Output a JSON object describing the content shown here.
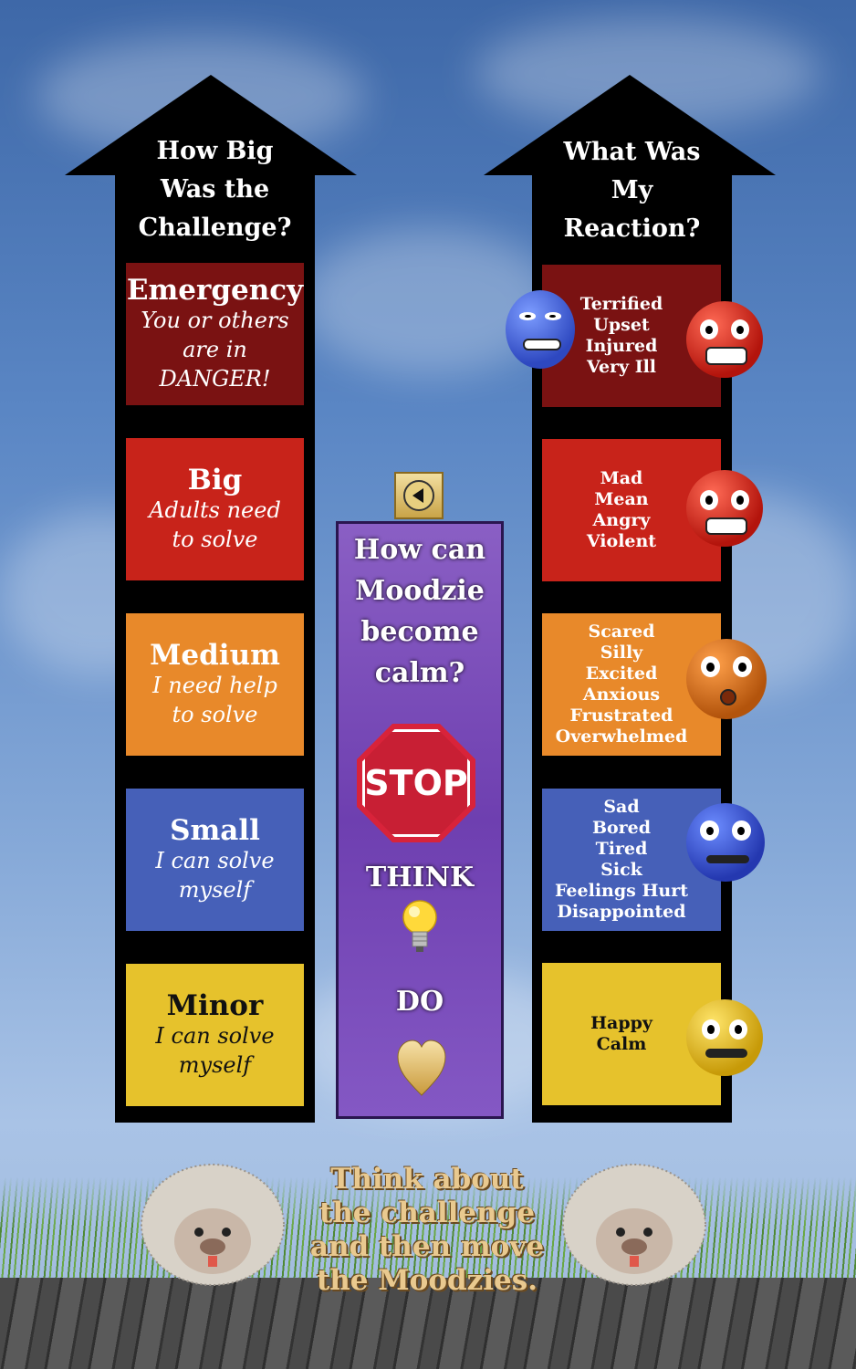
{
  "left_column": {
    "title": [
      "How Big",
      "Was the",
      "Challenge?"
    ],
    "levels": [
      {
        "head": "Emergency",
        "sub": [
          "You or others",
          "are in",
          "DANGER!"
        ],
        "color": "#7a1212",
        "text": "#ffffff"
      },
      {
        "head": "Big",
        "sub": [
          "Adults need",
          "to solve"
        ],
        "color": "#c8231a",
        "text": "#ffffff"
      },
      {
        "head": "Medium",
        "sub": [
          "I need help",
          "to solve"
        ],
        "color": "#e8892a",
        "text": "#ffffff"
      },
      {
        "head": "Small",
        "sub": [
          "I can solve",
          "myself"
        ],
        "color": "#4660b8",
        "text": "#ffffff"
      },
      {
        "head": "Minor",
        "sub": [
          "I can solve",
          "myself"
        ],
        "color": "#e6c22c",
        "text": "#111111"
      }
    ]
  },
  "right_column": {
    "title": [
      "What Was",
      "My",
      "Reaction?"
    ],
    "levels": [
      {
        "lines": [
          "Terrified",
          "Upset",
          "Injured",
          "Very Ill"
        ],
        "color": "#7a1212",
        "text": "#ffffff"
      },
      {
        "lines": [
          "Mad",
          "Mean",
          "Angry",
          "Violent"
        ],
        "color": "#c8231a",
        "text": "#ffffff"
      },
      {
        "lines": [
          "Scared",
          "Silly",
          "Excited",
          "Anxious",
          "Frustrated",
          "Overwhelmed"
        ],
        "color": "#e8892a",
        "text": "#ffffff"
      },
      {
        "lines": [
          "Sad",
          "Bored",
          "Tired",
          "Sick",
          "Feelings Hurt",
          "Disappointed"
        ],
        "color": "#4660b8",
        "text": "#ffffff"
      },
      {
        "lines": [
          "Happy",
          "Calm"
        ],
        "color": "#e6c22c",
        "text": "#111111"
      }
    ]
  },
  "center_panel": {
    "title": [
      "How can",
      "Moodzie",
      "become",
      "calm?"
    ],
    "stop_sign": "STOP",
    "think": "THINK",
    "do": "DO"
  },
  "caption": [
    "Think about",
    "the challenge",
    "and then move",
    "the Moodzies."
  ],
  "icons": {
    "back": "back-arrow-icon",
    "bulb": "light-bulb-icon",
    "heart": "heart-icon",
    "moodzie": "moodzie-hedgehog"
  }
}
